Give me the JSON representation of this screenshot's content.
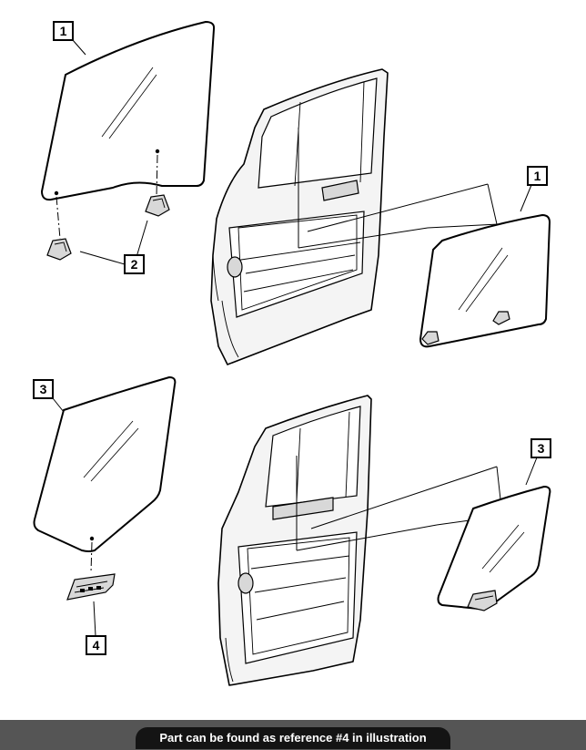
{
  "callouts": {
    "front_left_glass": "1",
    "front_regulator_clips": "2",
    "front_right_glass": "1",
    "rear_left_glass": "3",
    "rear_right_glass": "3",
    "rear_regulator_clip": "4"
  },
  "footer": {
    "reference_text": "Part can be found as reference #4 in illustration"
  },
  "colors": {
    "footer_bar": "#555555",
    "footer_pill": "#141414",
    "footer_text": "#ffffff"
  }
}
